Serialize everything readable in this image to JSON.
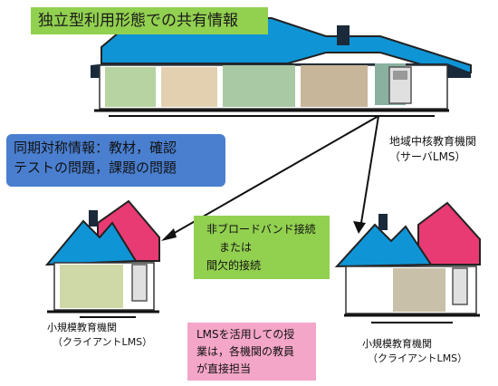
{
  "title": "独立型利用形態での共有情報",
  "sync_info": {
    "line1": "同期対称情報：教材，確認",
    "line2": "テストの問題，課題の問題"
  },
  "server": {
    "name": "地域中核教育機関",
    "role": "（サーバLMS）"
  },
  "connection": {
    "line1": "非ブロードバンド接続",
    "line2": "または",
    "line3": "間欠的接続"
  },
  "client_left": {
    "name": "小規模教育機関",
    "role": "（クライアントLMS）"
  },
  "client_right": {
    "name": "小規模教育機関",
    "role": "（クライアントLMS）"
  },
  "lms_note": {
    "line1": "LMSを活用しての授",
    "line2": "業は，各機関の教員",
    "line3": "が直接担当"
  },
  "colors": {
    "roof_blue": "#0f95d6",
    "roof_pink": "#e83a73",
    "title_green": "#92d050",
    "sync_blue": "#4a7fd0",
    "note_pink": "#f4a6c8"
  }
}
